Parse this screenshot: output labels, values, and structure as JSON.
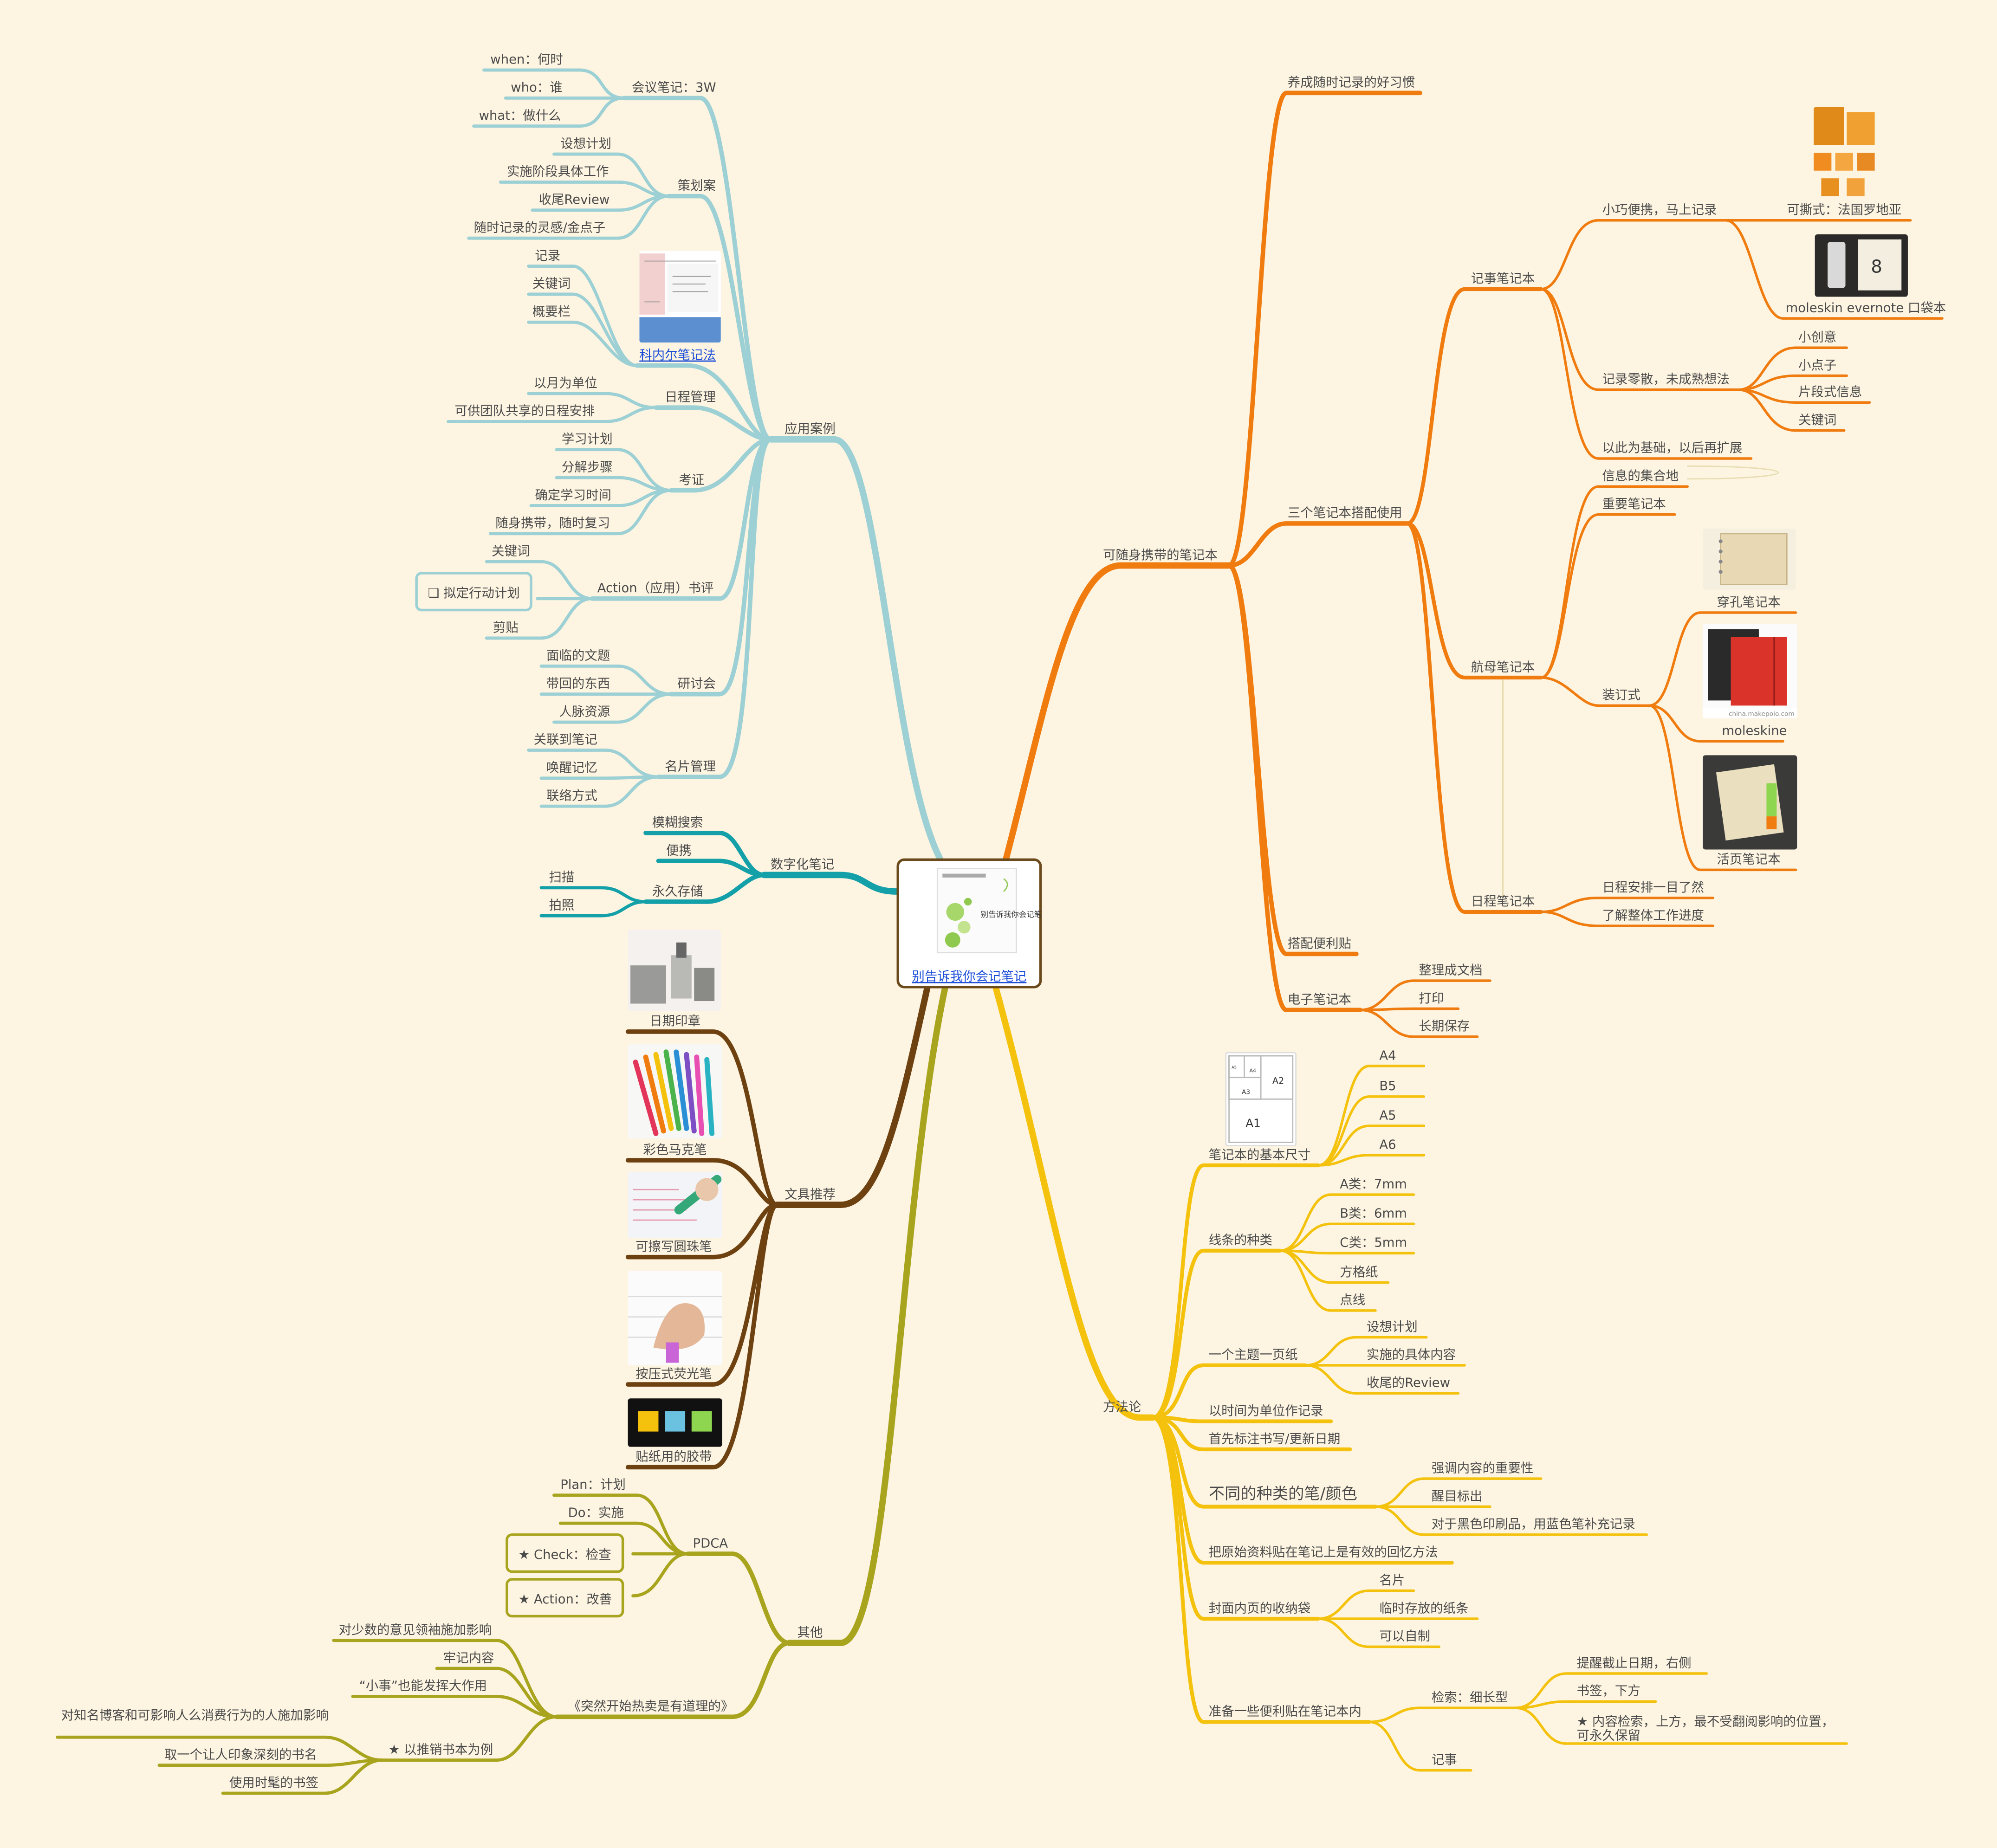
{
  "center": {
    "title": "别告诉我你会记笔记",
    "cover_text": "别告诉我你会记笔记"
  },
  "colors": {
    "teal": "#9cd0d4",
    "teal_dark": "#14a0a8",
    "brown": "#6e4111",
    "olive": "#a9a41e",
    "yellow": "#f4c20d",
    "orange": "#f07c10",
    "bg": "#fdf5e2"
  },
  "branches": {
    "application": {
      "label": "应用案例",
      "meeting": {
        "label": "会议笔记：3W",
        "items": [
          "when：何时",
          "who：谁",
          "what：做什么"
        ]
      },
      "plan": {
        "label": "策划案",
        "items": [
          "设想计划",
          "实施阶段具体工作",
          "收尾Review",
          "随时记录的灵感/金点子"
        ]
      },
      "cornell": {
        "label": "科内尔笔记法",
        "items": [
          "记录",
          "关键词",
          "概要栏"
        ]
      },
      "schedule": {
        "label": "日程管理",
        "items": [
          "以月为单位",
          "可供团队共享的日程安排"
        ]
      },
      "exam": {
        "label": "考证",
        "items": [
          "学习计划",
          "分解步骤",
          "确定学习时间",
          "随身携带，随时复习"
        ]
      },
      "review": {
        "label": "Action（应用）书评",
        "items": [
          "关键词",
          "❏ 拟定行动计划",
          "剪贴"
        ]
      },
      "seminar": {
        "label": "研讨会",
        "items": [
          "面临的文题",
          "带回的东西",
          "人脉资源"
        ]
      },
      "card": {
        "label": "名片管理",
        "items": [
          "关联到笔记",
          "唤醒记忆",
          "联络方式"
        ]
      }
    },
    "digital": {
      "label": "数字化笔记",
      "items": [
        "模糊搜索",
        "便携"
      ],
      "storage": {
        "label": "永久存储",
        "items": [
          "扫描",
          "拍照"
        ]
      }
    },
    "stationery": {
      "label": "文具推荐",
      "items": [
        "日期印章",
        "彩色马克笔",
        "可擦写圆珠笔",
        "按压式荧光笔",
        "贴纸用的胶带"
      ]
    },
    "other": {
      "label": "其他",
      "pdca": {
        "label": "PDCA",
        "items": [
          "Plan：计划",
          "Do：实施",
          "★ Check：检查",
          "★ Action：改善"
        ]
      },
      "book": {
        "label": "《突然开始热卖是有道理的》",
        "items": [
          "对少数的意见领袖施加影响",
          "牢记内容",
          "“小事”也能发挥大作用"
        ],
        "example": {
          "label": "★ 以推销书本为例",
          "items": [
            "对知名博客和可影响人么消费行为的人施加影响",
            "取一个让人印象深刻的书名",
            "使用时髦的书签"
          ]
        }
      }
    },
    "portable": {
      "label": "可随身携带的笔记本",
      "habit": "养成随时记录的好习惯",
      "three": {
        "label": "三个笔记本搭配使用",
        "memo": {
          "label": "记事笔记本",
          "small": {
            "label": "小巧便携，马上记录",
            "items": [
              "可撕式：法国罗地亚",
              "moleskin evernote 口袋本"
            ]
          },
          "scattered": {
            "label": "记录零散，未成熟想法",
            "items": [
              "小创意",
              "小点子",
              "片段式信息",
              "关键词"
            ]
          },
          "expand": "以此为基础，以后再扩展"
        },
        "carrier": {
          "label": "航母笔记本",
          "items": [
            "信息的集合地",
            "重要笔记本"
          ],
          "bound": {
            "label": "装订式",
            "items": [
              "穿孔笔记本",
              "moleskine",
              "活页笔记本"
            ]
          }
        },
        "schedule": {
          "label": "日程笔记本",
          "items": [
            "日程安排一目了然",
            "了解整体工作进度"
          ]
        }
      },
      "sticky": "搭配便利贴",
      "electronic": {
        "label": "电子笔记本",
        "items": [
          "整理成文档",
          "打印",
          "长期保存"
        ]
      }
    },
    "method": {
      "label": "方法论",
      "size": {
        "label": "笔记本的基本尺寸",
        "items": [
          "A4",
          "B5",
          "A5",
          "A6"
        ],
        "paper_labels": [
          "A1",
          "A2",
          "A3",
          "A4",
          "A5"
        ]
      },
      "lines": {
        "label": "线条的种类",
        "items": [
          "A类：7mm",
          "B类：6mm",
          "C类：5mm",
          "方格纸",
          "点线"
        ]
      },
      "topic": {
        "label": "一个主题一页纸",
        "items": [
          "设想计划",
          "实施的具体内容",
          "收尾的Review"
        ]
      },
      "time_unit": "以时间为单位作记录",
      "date_first": "首先标注书写/更新日期",
      "pens": {
        "label": "不同的种类的笔/颜色",
        "items": [
          "强调内容的重要性",
          "醒目标出",
          "对于黑色印刷品，用蓝色笔补充记录"
        ]
      },
      "paste": "把原始资料贴在笔记上是有效的回忆方法",
      "pocket": {
        "label": "封面内页的收纳袋",
        "items": [
          "名片",
          "临时存放的纸条",
          "可以自制"
        ]
      },
      "sticky": {
        "label": "准备一些便利贴在笔记本内",
        "search": {
          "label": "检索：细长型",
          "items": [
            "提醒截止日期，右侧",
            "书签，下方",
            "★ 内容检索，上方，最不受翻阅影响的位置，可永久保留"
          ]
        },
        "memo": "记事"
      }
    }
  },
  "images": {
    "moleskine_caption": "china.makepolo.com"
  }
}
